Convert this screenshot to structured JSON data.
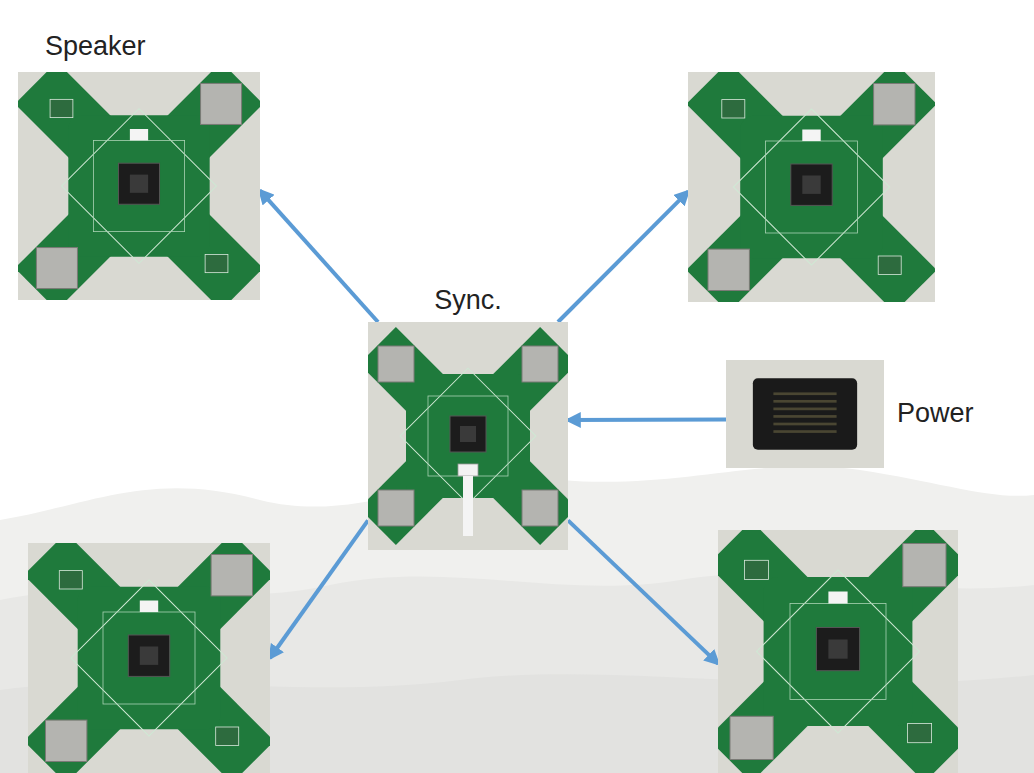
{
  "diagram": {
    "nodes": [
      {
        "text": [
          "Speaker"
        ]
      },
      {
        "text": []
      },
      {
        "text": [
          "Sync."
        ]
      },
      {
        "text": [
          "Power"
        ]
      },
      {
        "text": []
      },
      {
        "text": []
      }
    ],
    "edges": [
      {
        "from": 2,
        "to": 0,
        "arrow": "to"
      },
      {
        "from": 2,
        "to": 1,
        "arrow": "to"
      },
      {
        "from": 3,
        "to": 2,
        "arrow": "to"
      },
      {
        "from": 2,
        "to": 4,
        "arrow": "to"
      },
      {
        "from": 2,
        "to": 5,
        "arrow": "to"
      }
    ]
  }
}
